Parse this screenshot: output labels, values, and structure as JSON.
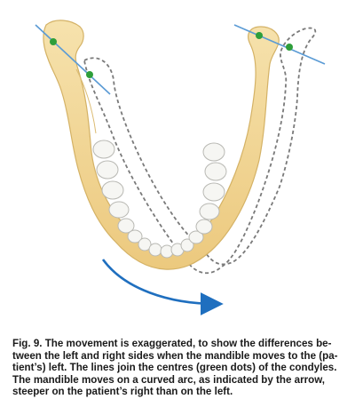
{
  "figure": {
    "label": "Fig. 9.",
    "caption": " The movement is exaggerated, to show the differences be- tween the left and right sides when the mandible moves to the (pa- tient’s) left. The lines join the centres (green dots) of the condyles. The mandible moves on a curved arc, as indicated by the arrow, steeper on the patient’s right than on the left."
  },
  "colors": {
    "bone": "#f1d79a",
    "bone_edge": "#d4b266",
    "teeth": "#f6f6f3",
    "teeth_edge": "#b9b9b4",
    "outline_dashed": "#7a7a7a",
    "condyle_line": "#5b9bd5",
    "condyle_dot": "#2e9e3a",
    "arrow": "#1f6fbf"
  },
  "icons": [
    "mandible-illustration",
    "curved-arrow-icon"
  ]
}
